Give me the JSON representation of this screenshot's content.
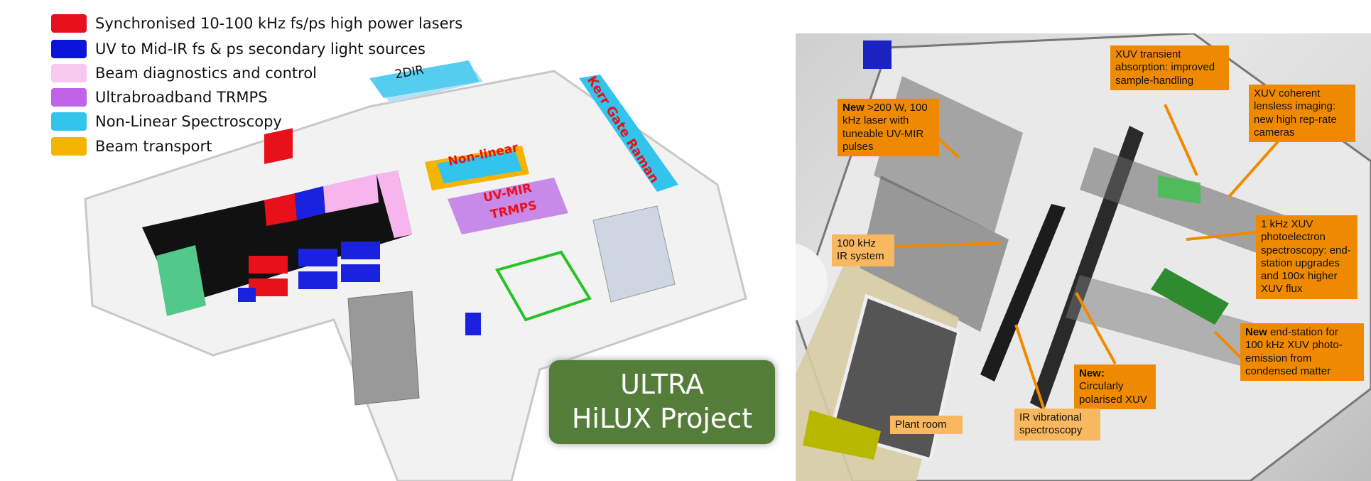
{
  "legend": [
    {
      "label": "Synchronised 10-100 kHz fs/ps high power lasers",
      "color": "#e8101a"
    },
    {
      "label": "UV to Mid-IR fs & ps secondary light sources",
      "color": "#0a14d8"
    },
    {
      "label": "Beam diagnostics and control",
      "color": "#f7c9f0"
    },
    {
      "label": "Ultrabroadband TRMPS",
      "color": "#c063e8"
    },
    {
      "label": "Non-Linear Spectroscopy",
      "color": "#33c4ee"
    },
    {
      "label": "Beam transport",
      "color": "#f5b400"
    }
  ],
  "model_labels": {
    "twodir": "2DIR",
    "kerr": "Kerr Gate Raman",
    "nonlinear": "Non-linear",
    "uvmir_1": "UV-MIR",
    "uvmir_2": "TRMPS"
  },
  "logo": {
    "line1": "ULTRA",
    "line2": "HiLUX Project"
  },
  "annotations": {
    "xuv_transient": "XUV transient absorption: improved sample-handling",
    "laser_new": "New",
    "laser_rest": ">200 W, 100 kHz laser with tuneable UV-MIR pulses",
    "xuv_coherent": "XUV coherent lensless imaging: new high rep-rate cameras",
    "ir_system": "100 kHz IR system",
    "photoelectron": "1 kHz XUV photoelectron spectroscopy: end-station upgrades and 100x higher XUV flux",
    "endstation_new": "New",
    "endstation_rest": "end-station for 100 kHz XUV photo-emission from condensed matter",
    "circular_new": "New:",
    "circular_rest": "Circularly polarised XUV",
    "plant_room": "Plant room",
    "ir_vibrational": "IR vibrational spectroscopy"
  },
  "colors": {
    "annotation": "#ef8a00",
    "annotation_light": "#f8b860",
    "logo": "#557d3a"
  }
}
